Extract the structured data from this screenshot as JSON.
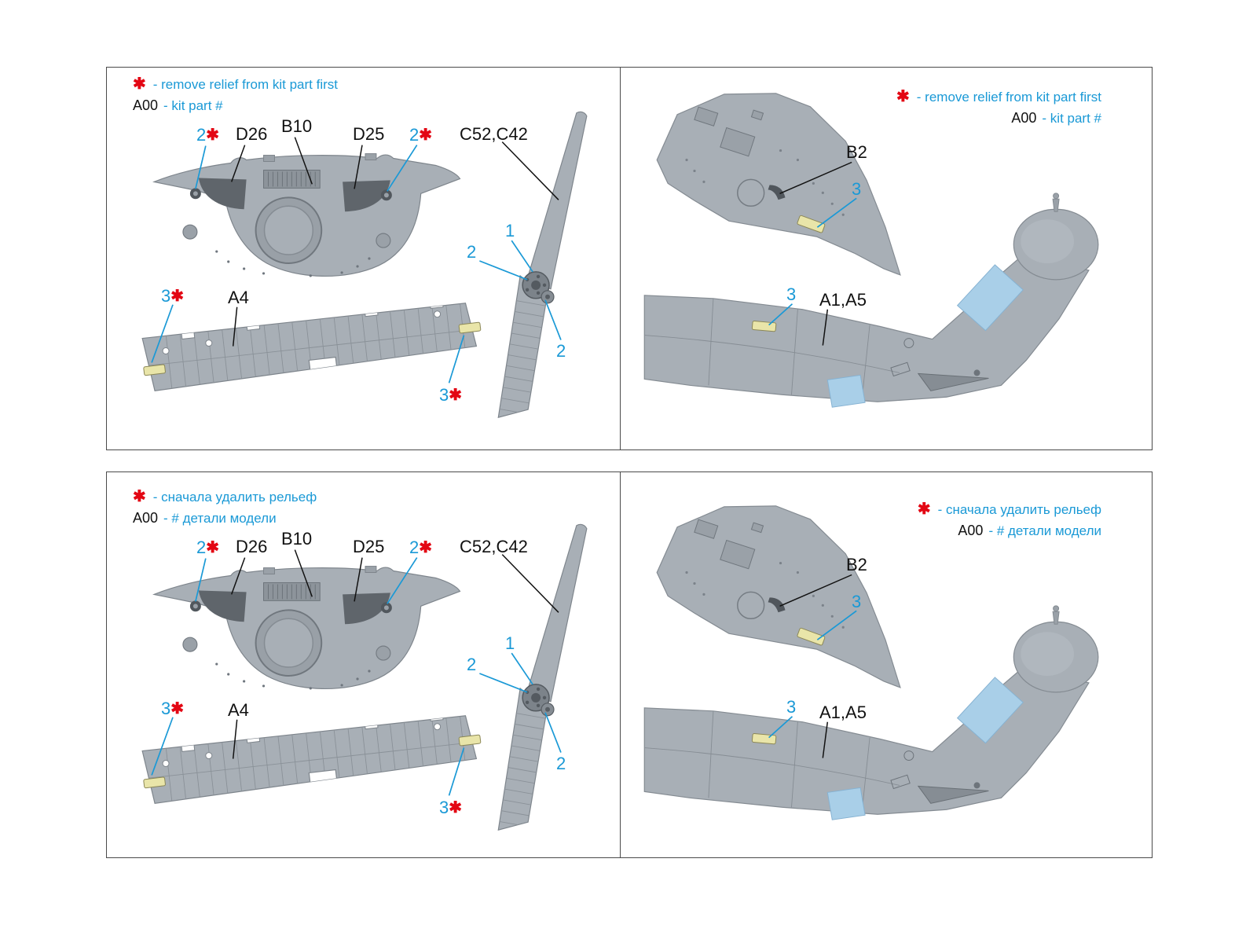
{
  "colors": {
    "callout_cyan": "#1a99d6",
    "asterisk_red": "#e30613",
    "label_black": "#111111",
    "part_gray": "#a8afb6",
    "pe_strip_yellow": "#e9e5a9",
    "mask_blue": "#a9cfe8"
  },
  "legend_en": {
    "star": "✱",
    "line1": "- remove relief from kit part first",
    "code": "A00",
    "line2": "- kit part #"
  },
  "legend_ru": {
    "star": "✱",
    "line1": "- сначала удалить рельеф",
    "code": "A00",
    "line2": "- # детали модели"
  },
  "left_panel": {
    "callout_2_left": {
      "num": "2",
      "star": "✱"
    },
    "label_d26": "D26",
    "label_b10": "B10",
    "label_d25": "D25",
    "callout_2_right": {
      "num": "2",
      "star": "✱"
    },
    "label_c52_c42": "C52,C42",
    "callout_2_hub_upper": "2",
    "callout_1_hub": "1",
    "callout_2_hub_lower": "2",
    "callout_3_left": {
      "num": "3",
      "star": "✱"
    },
    "label_a4": "A4",
    "callout_3_bottom": {
      "num": "3",
      "star": "✱"
    }
  },
  "right_panel": {
    "label_b2": "B2",
    "callout_3_upper": "3",
    "callout_3_lower": "3",
    "label_a1_a5": "A1,A5"
  }
}
